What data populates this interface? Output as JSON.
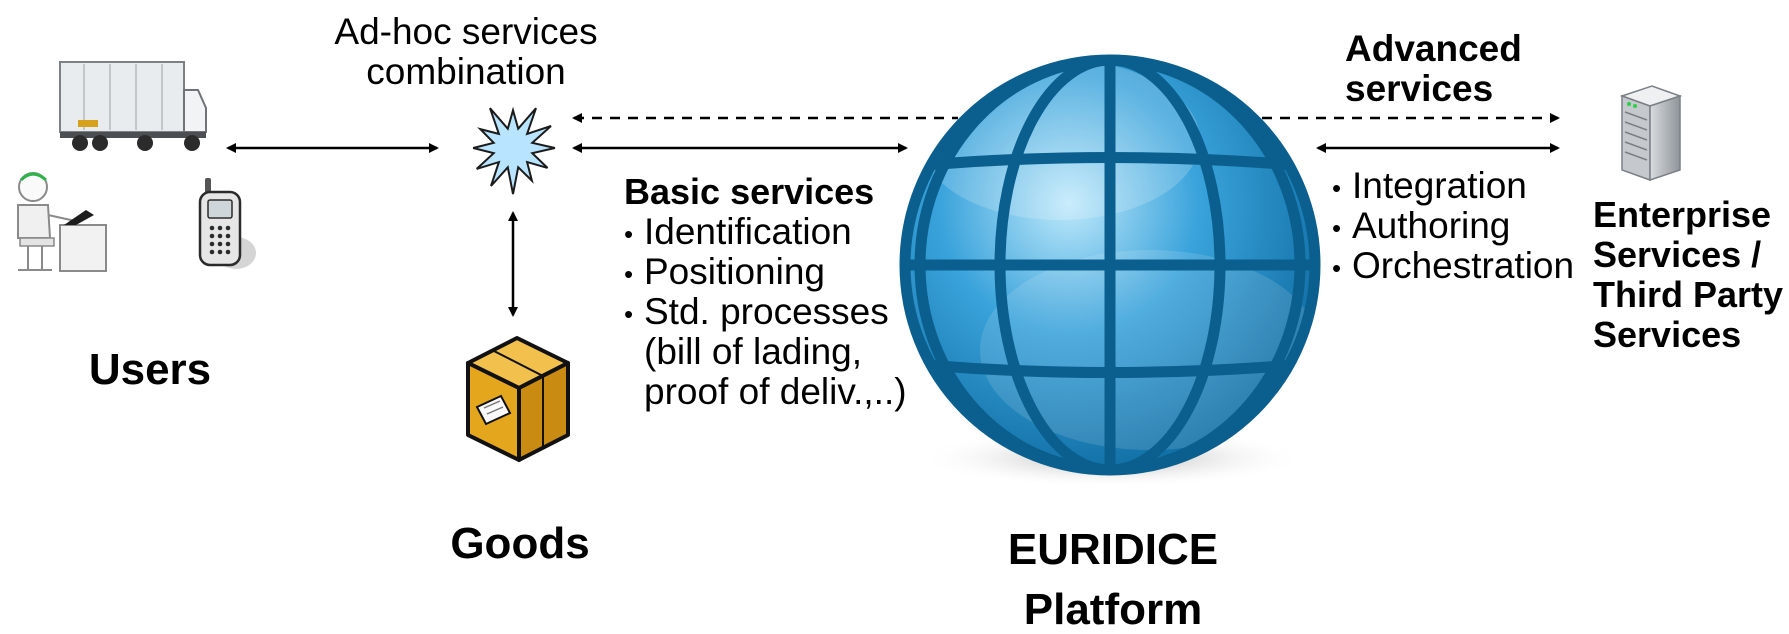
{
  "labels": {
    "adhoc_line1": "Ad-hoc services",
    "adhoc_line2": "combination",
    "users": "Users",
    "goods": "Goods",
    "platform_line1": "EURIDICE",
    "platform_line2": "Platform",
    "advanced_line1": "Advanced",
    "advanced_line2": "services",
    "enterprise_line1": "Enterprise",
    "enterprise_line2": "Services /",
    "enterprise_line3": "Third Party",
    "enterprise_line4": "Services"
  },
  "basic_services": {
    "title": "Basic services",
    "items": [
      "Identification",
      "Positioning",
      "Std. processes"
    ],
    "continuation": [
      "(bill of lading,",
      "proof of deliv.,..)"
    ]
  },
  "advanced_items": [
    "Integration",
    "Authoring",
    "Orchestration"
  ],
  "icons": {
    "truck": "truck-icon",
    "desk_user": "desk-user-icon",
    "phone": "mobile-phone-icon",
    "burst": "starburst-icon",
    "box": "package-box-icon",
    "globe": "globe-icon",
    "server": "server-icon"
  },
  "colors": {
    "globe_dark": "#0b5f8f",
    "globe_mid": "#1f8bc7",
    "globe_light": "#8ed3f3",
    "burst_fill": "#b9e4ff",
    "box_fill": "#e3a61d"
  }
}
